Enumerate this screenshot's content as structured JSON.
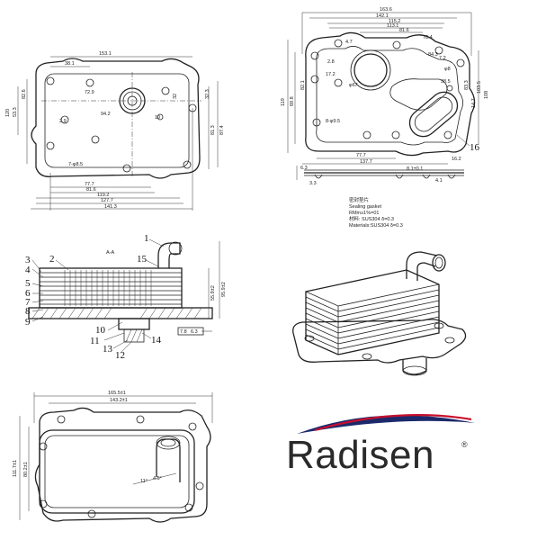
{
  "view_top_left": {
    "dims": [
      "153.1",
      "38.1",
      "120",
      "82.6",
      "53.3",
      "72.9",
      "2.9",
      "94.2",
      "10",
      "7-φ8.5",
      "77.7",
      "81.6",
      "119.2",
      "127.7",
      "141.3",
      "32.3",
      "32",
      "81.3",
      "87.4"
    ]
  },
  "view_top_right": {
    "dims": [
      "163.6",
      "142.1",
      "115.2",
      "113.1",
      "81.6",
      "78.4",
      "4.7",
      "7.2",
      "84.3",
      "2.8",
      "17.2",
      "φ67",
      "φ8",
      "119",
      "69.8",
      "108",
      "14.7",
      "38.5",
      "82.1",
      "83.3",
      "103.5",
      "8-φ9.5",
      "77.7",
      "137.7",
      "8.1±0.1",
      "6.3",
      "3.3",
      "4.1",
      "16.2"
    ],
    "callout": "16",
    "note": {
      "line1": "密封垫片",
      "line2": "Sealing gasket",
      "line3": "RMm≥1%=01",
      "line4": "材料: SUS304 δ=0.3",
      "line5": "Materials:SUS304 δ=0.3"
    }
  },
  "section_view": {
    "title": "A-A",
    "callouts": [
      "1",
      "15",
      "2",
      "3",
      "4",
      "5",
      "6",
      "7",
      "8",
      "9",
      "10",
      "11",
      "13",
      "12",
      "14"
    ],
    "dims": [
      "55.9±2",
      "95.9±2",
      "7.8",
      "6.3"
    ]
  },
  "view_bottom": {
    "dims": [
      "165.5±1",
      "143.2±1",
      "111.7±1",
      "80.2±1",
      "11°",
      "4.5°"
    ]
  },
  "logo": {
    "brand": "Radisen",
    "registered": "®"
  },
  "colors": {
    "line": "#222222",
    "logo_swoosh": "#c8102e",
    "logo_swoosh_dark": "#1c2a6b"
  }
}
